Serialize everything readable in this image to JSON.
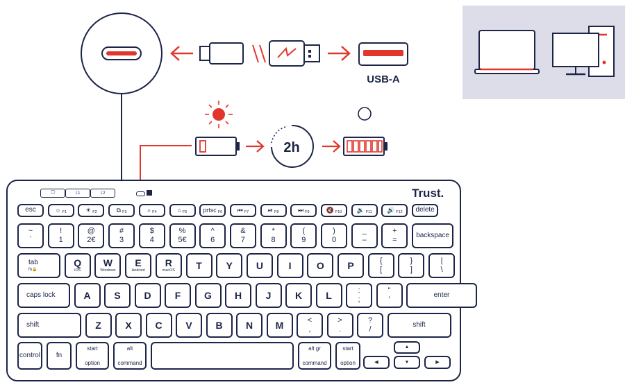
{
  "connection": {
    "port_label": "USB-A"
  },
  "charging": {
    "duration_label": "2h"
  },
  "keyboard": {
    "brand": "Trust.",
    "media_keys": [
      {
        "icon": "desktop-icon",
        "label": "🖵"
      },
      {
        "icon": "bluetooth-1-icon",
        "label": "ᛒ1"
      },
      {
        "icon": "bluetooth-2-icon",
        "label": "ᛒ2"
      }
    ],
    "rows": {
      "function": [
        {
          "main": "esc"
        },
        {
          "icon": "☼",
          "fn": "F1"
        },
        {
          "icon": "☀",
          "fn": "F2"
        },
        {
          "icon": "⧉",
          "fn": "F3"
        },
        {
          "icon": "⌕",
          "fn": "F4"
        },
        {
          "icon": "⌂",
          "fn": "F5"
        },
        {
          "icon": "prtsc",
          "fn": "F6"
        },
        {
          "icon": "⏮",
          "fn": "F7"
        },
        {
          "icon": "⏯",
          "fn": "F8"
        },
        {
          "icon": "⏭",
          "fn": "F9"
        },
        {
          "icon": "🔇",
          "fn": "F10"
        },
        {
          "icon": "🔉",
          "fn": "F11"
        },
        {
          "icon": "🔊",
          "fn": "F12"
        },
        {
          "main": "delete"
        }
      ],
      "number": [
        {
          "top": "~",
          "bottom": "`"
        },
        {
          "top": "!",
          "bottom": "1"
        },
        {
          "top": "@",
          "bottom": "2€"
        },
        {
          "top": "#",
          "bottom": "3"
        },
        {
          "top": "$",
          "bottom": "4"
        },
        {
          "top": "%",
          "bottom": "5€"
        },
        {
          "top": "^",
          "bottom": "6"
        },
        {
          "top": "&",
          "bottom": "7"
        },
        {
          "top": "*",
          "bottom": "8"
        },
        {
          "top": "(",
          "bottom": "9"
        },
        {
          "top": ")",
          "bottom": "0"
        },
        {
          "top": "_",
          "bottom": "–"
        },
        {
          "top": "+",
          "bottom": "="
        },
        {
          "main": "backspace"
        }
      ],
      "qwerty": [
        {
          "main": "tab",
          "sub": "fn🔒"
        },
        {
          "big": "Q",
          "sub": "iOS"
        },
        {
          "big": "W",
          "sub": "Windows"
        },
        {
          "big": "E",
          "sub": "Android"
        },
        {
          "big": "R",
          "sub": "macOS"
        },
        {
          "big": "T"
        },
        {
          "big": "Y"
        },
        {
          "big": "U"
        },
        {
          "big": "I"
        },
        {
          "big": "O"
        },
        {
          "big": "P"
        },
        {
          "top": "{",
          "bottom": "["
        },
        {
          "top": "}",
          "bottom": "]"
        },
        {
          "top": "|",
          "bottom": "\\"
        }
      ],
      "home": [
        {
          "main": "caps lock"
        },
        {
          "big": "A"
        },
        {
          "big": "S"
        },
        {
          "big": "D"
        },
        {
          "big": "F"
        },
        {
          "big": "G"
        },
        {
          "big": "H"
        },
        {
          "big": "J"
        },
        {
          "big": "K"
        },
        {
          "big": "L"
        },
        {
          "top": ":",
          "bottom": ";"
        },
        {
          "top": "\"",
          "bottom": "’"
        },
        {
          "main": "enter"
        }
      ],
      "shift": [
        {
          "main": "shift"
        },
        {
          "big": "Z"
        },
        {
          "big": "X"
        },
        {
          "big": "C"
        },
        {
          "big": "V"
        },
        {
          "big": "B"
        },
        {
          "big": "N"
        },
        {
          "big": "M"
        },
        {
          "top": "<",
          "bottom": ","
        },
        {
          "top": ">",
          "bottom": "."
        },
        {
          "top": "?",
          "bottom": "/"
        },
        {
          "main": "shift"
        }
      ],
      "bottom": [
        {
          "main": "control"
        },
        {
          "main": "fn"
        },
        {
          "top": "start",
          "bottom": "option"
        },
        {
          "top": "alt",
          "bottom": "command"
        },
        {
          "main": ""
        },
        {
          "top": "alt gr",
          "bottom": "command"
        },
        {
          "top": "start",
          "bottom": "option"
        }
      ],
      "arrows": {
        "up": "▲",
        "left": "◀",
        "down": "▼",
        "right": "▶"
      }
    }
  },
  "colors": {
    "navy": "#1c2447",
    "accent": "#e0362c",
    "panel": "#dcdde8"
  }
}
